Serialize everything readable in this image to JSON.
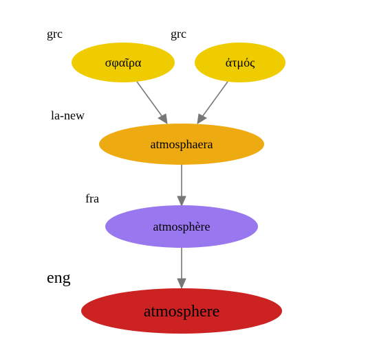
{
  "nodes": {
    "sphaira": {
      "word": "σφαῖρα",
      "lang": "grc",
      "color": "#eecc00"
    },
    "atmos": {
      "word": "ἀτμός",
      "lang": "grc",
      "color": "#eecc00"
    },
    "atmosphaera": {
      "word": "atmosphaera",
      "lang": "la-new",
      "color": "#eeaa11"
    },
    "atmosphere_fr": {
      "word": "atmosphère",
      "lang": "fra",
      "color": "#9977ee"
    },
    "atmosphere_en": {
      "word": "atmosphere",
      "lang": "eng",
      "color": "#cc2222"
    }
  },
  "edges": [
    {
      "from": "σφαῖρα",
      "to": "atmosphaera"
    },
    {
      "from": "ἀτμός",
      "to": "atmosphaera"
    },
    {
      "from": "atmosphaera",
      "to": "atmosphère"
    },
    {
      "from": "atmosphère",
      "to": "atmosphere"
    }
  ],
  "colors": {
    "edge": "#777777"
  }
}
